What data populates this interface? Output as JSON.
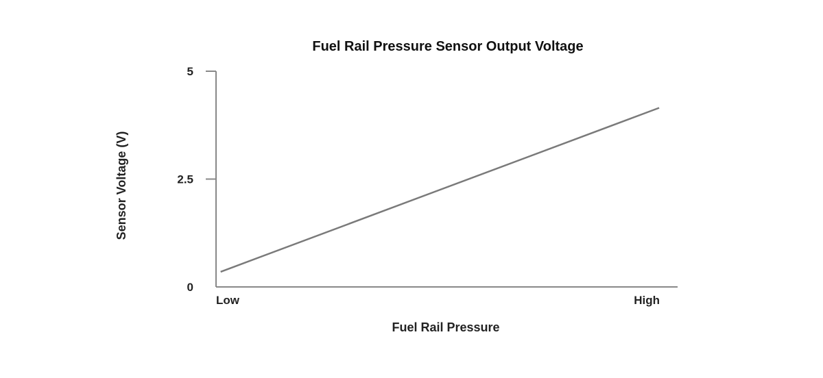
{
  "chart_data": {
    "type": "line",
    "title": "Fuel Rail Pressure Sensor Output Voltage",
    "xlabel": "Fuel Rail Pressure",
    "ylabel": "Sensor Voltage (V)",
    "x_tick_labels": [
      "Low",
      "High"
    ],
    "y_ticks": [
      {
        "value": 0,
        "label": "0"
      },
      {
        "value": 2.5,
        "label": "2.5"
      },
      {
        "value": 5,
        "label": "5"
      }
    ],
    "xlim": [
      0,
      1
    ],
    "ylim": [
      0,
      5
    ],
    "grid": false,
    "series": [
      {
        "x": [
          0.01,
          0.96
        ],
        "y": [
          0.35,
          4.15
        ]
      }
    ],
    "colors": {
      "line": "#7a7a7a",
      "axis": "#888888",
      "text": "#222222"
    }
  }
}
